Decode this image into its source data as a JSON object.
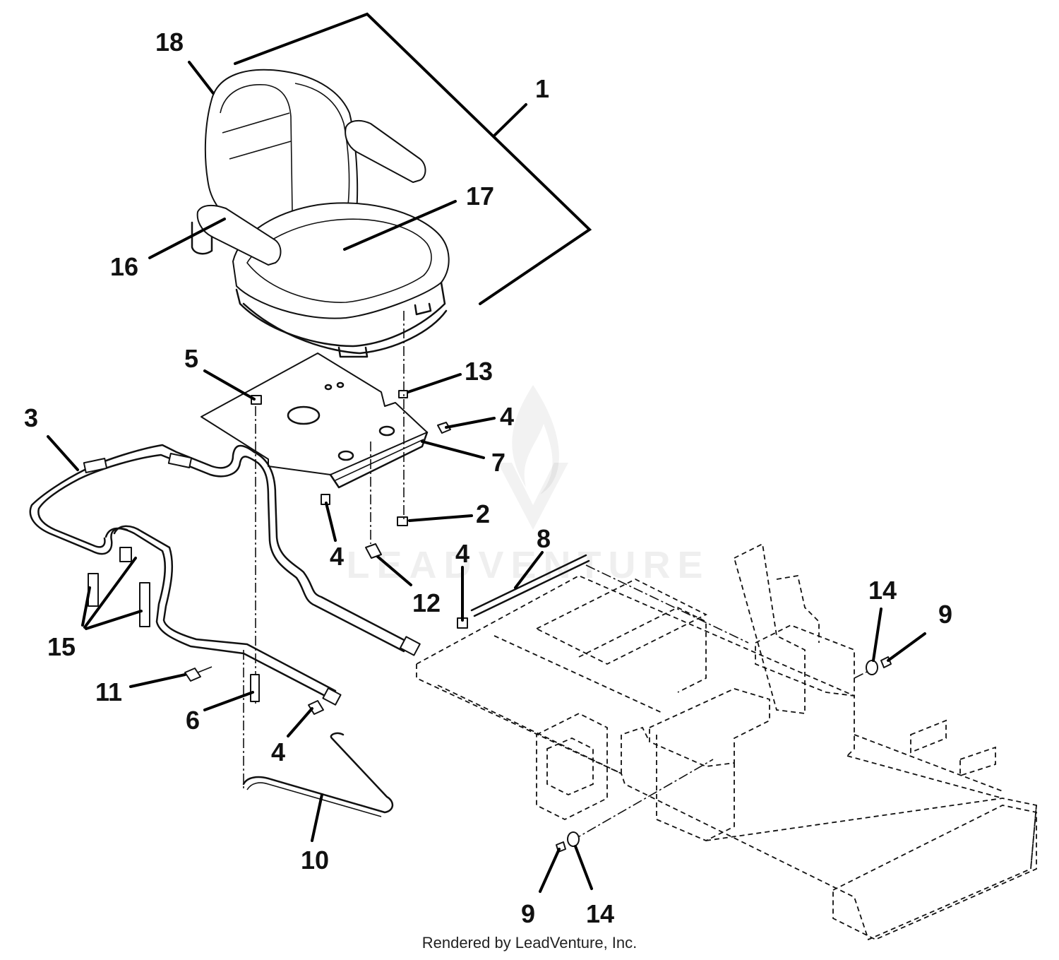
{
  "callouts": [
    {
      "label": "1"
    },
    {
      "label": "2"
    },
    {
      "label": "3"
    },
    {
      "label": "4"
    },
    {
      "label": "4"
    },
    {
      "label": "4"
    },
    {
      "label": "4"
    },
    {
      "label": "5"
    },
    {
      "label": "6"
    },
    {
      "label": "7"
    },
    {
      "label": "8"
    },
    {
      "label": "9"
    },
    {
      "label": "9"
    },
    {
      "label": "10"
    },
    {
      "label": "11"
    },
    {
      "label": "12"
    },
    {
      "label": "13"
    },
    {
      "label": "14"
    },
    {
      "label": "14"
    },
    {
      "label": "15"
    },
    {
      "label": "16"
    },
    {
      "label": "17"
    },
    {
      "label": "18"
    }
  ],
  "watermark": {
    "text": "LEADVENTURE"
  },
  "footer": {
    "credit": "Rendered by LeadVenture, Inc."
  }
}
